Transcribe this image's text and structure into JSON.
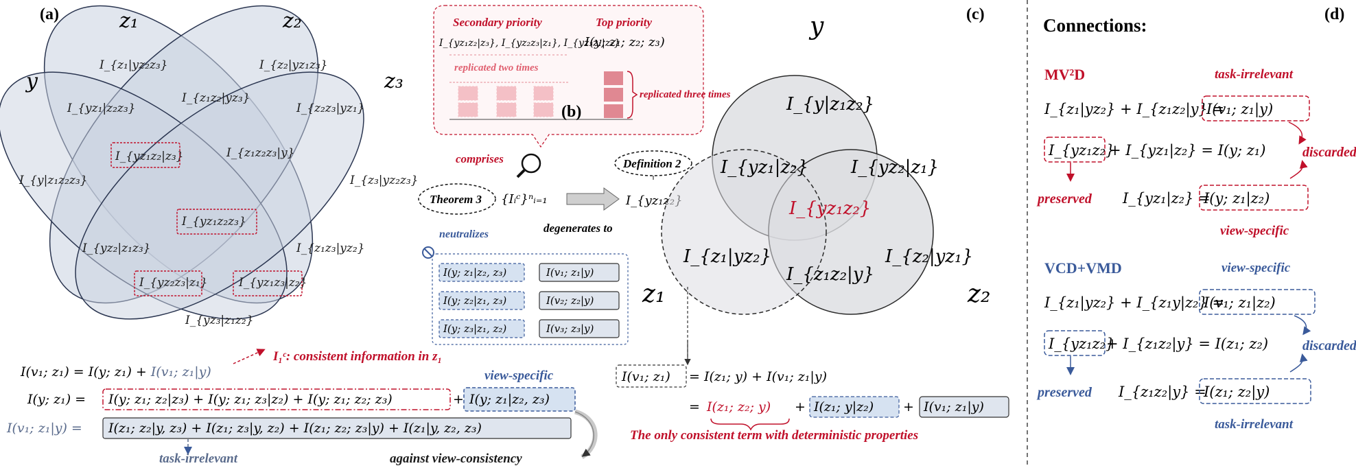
{
  "panel_labels": {
    "a": "(a)",
    "b": "(b)",
    "c": "(c)",
    "d": "(d)"
  },
  "colors": {
    "red": "#c0102a",
    "blue": "#3a5a9a",
    "set_fill": "#c9d2e0",
    "circle_fill": "#dcdde1",
    "slate": "#5a6b8c",
    "ink": "#1a1a1a"
  },
  "panel_a": {
    "set_labels": [
      "z₁",
      "z₂",
      "y",
      "z₃"
    ],
    "regions": {
      "z1_only": "I_{z₁|yz₂z₃}",
      "z2_only": "I_{z₂|yz₁z₃}",
      "y_z1": "I_{yz₁|z₂z₃}",
      "z1_z2": "I_{z₁z₂|yz₃}",
      "z2_z3": "I_{z₂z₃|yz₁}",
      "y_z1_z2": "I_{yz₁z₂|z₃}",
      "z1_z2_z3": "I_{z₁z₂z₃|y}",
      "y_only": "I_{y|z₁z₂z₃}",
      "z3_only": "I_{z₃|yz₂z₃}",
      "y_z1_z2_z3": "I_{yz₁z₂z₃}",
      "y_z2": "I_{yz₂|z₁z₃}",
      "z1_z3": "I_{z₁z₃|yz₂}",
      "y_z2_z3": "I_{yz₂z₃|z₁}",
      "y_z1_z3": "I_{yz₁z₃|z₂}",
      "y_z3": "I_{yz₃|z₁z₂}"
    },
    "consistent_note": "I₁ᶜ: consistent information in z₁",
    "view_specific": "view-specific",
    "eq1": {
      "lhs": "I(v₁; z₁) = I(y; z₁) + ",
      "rhs": "I(v₁; z₁|y)"
    },
    "eq2": {
      "lhs": "I(y; z₁) =",
      "box": "I(y; z₁; z₂|z₃) + I(y; z₁; z₃|z₂) + I(y; z₁; z₂; z₃)",
      "plus": "+",
      "box2": "I(y; z₁|z₂, z₃)"
    },
    "eq3": {
      "lhs": "I(v₁; z₁|y) =",
      "box": "I(z₁; z₂|y, z₃) + I(z₁; z₃|y, z₂) + I(z₁; z₂; z₃|y)  + I(z₁|y, z₂, z₃)"
    },
    "task_irrelevant": "task-irrelevant",
    "against": "against view-consistency"
  },
  "panel_b": {
    "secondary": "Secondary priority",
    "top": "Top priority",
    "secondary_terms": "I_{yz₁z₂|z₃}, I_{yz₂z₃|z₁}, I_{yz₃z₁|z₂}",
    "top_term": "I(y; z₁; z₂; z₃)",
    "rep2": "replicated two times",
    "rep3": "replicated three times",
    "comprises": "comprises",
    "definition": "Definition 2",
    "theorem": "Theorem 3",
    "set": "{Iᵢᶜ}ⁿᵢ₌₁",
    "result": "I_{yz₁z₂}",
    "degenerates": "degenerates to",
    "neutralizes": "neutralizes",
    "left_boxes": [
      "I(y; z₁|z₂, z₃)",
      "I(y; z₂|z₁, z₃)",
      "I(y; z₃|z₁, z₂)"
    ],
    "right_boxes": [
      "I(v₁; z₁|y)",
      "I(v₂; z₂|y)",
      "I(v₃; z₃|y)"
    ]
  },
  "panel_c": {
    "y": "y",
    "z1": "z₁",
    "z2": "z₂",
    "r_y": "I_{y|z₁z₂}",
    "r_yz1": "I_{yz₁|z₂}",
    "r_yz2": "I_{yz₂|z₁}",
    "r_center": "I_{yz₁z₂}",
    "r_z1": "I_{z₁|yz₂}",
    "r_z2": "I_{z₂|yz₁}",
    "r_z1z2": "I_{z₁z₂|y}",
    "eq_lhs": "I(v₁; z₁)",
    "eq_rhs": "= I(z₁; y) + I(v₁; z₁|y)",
    "eq2_a": "I(z₁; z₂; y)",
    "eq2_b": "I(z₁; y|z₂)",
    "eq2_c": "I(v₁; z₁|y)",
    "only_consistent": "The only consistent term with deterministic properties"
  },
  "panel_d": {
    "title": "Connections:",
    "mv2d": "MV²D",
    "task_irrelevant": "task-irrelevant",
    "view_specific": "view-specific",
    "discarded": "discarded",
    "preserved": "preserved",
    "vcd": "VCD+VMD",
    "m1": {
      "l": "I_{z₁|yz₂} + I_{z₁z₂|y} =",
      "b": "I(v₁; z₁|y)"
    },
    "m2": {
      "b": "I_{yz₁z₂}",
      "r": "+ I_{yz₁|z₂} = I(y; z₁)"
    },
    "m3": {
      "l": "I_{yz₁|z₂} =",
      "b": "I(y; z₁|z₂)"
    },
    "v1": {
      "l": "I_{z₁|yz₂} + I_{z₁y|z₂} =",
      "b": "I(v₁; z₁|z₂)"
    },
    "v2": {
      "b": "I_{yz₁z₂}",
      "r": "+ I_{z₁z₂|y} = I(z₁; z₂)"
    },
    "v3": {
      "l": "I_{z₁z₂|y} =",
      "b": "I(z₁; z₂|y)"
    }
  }
}
